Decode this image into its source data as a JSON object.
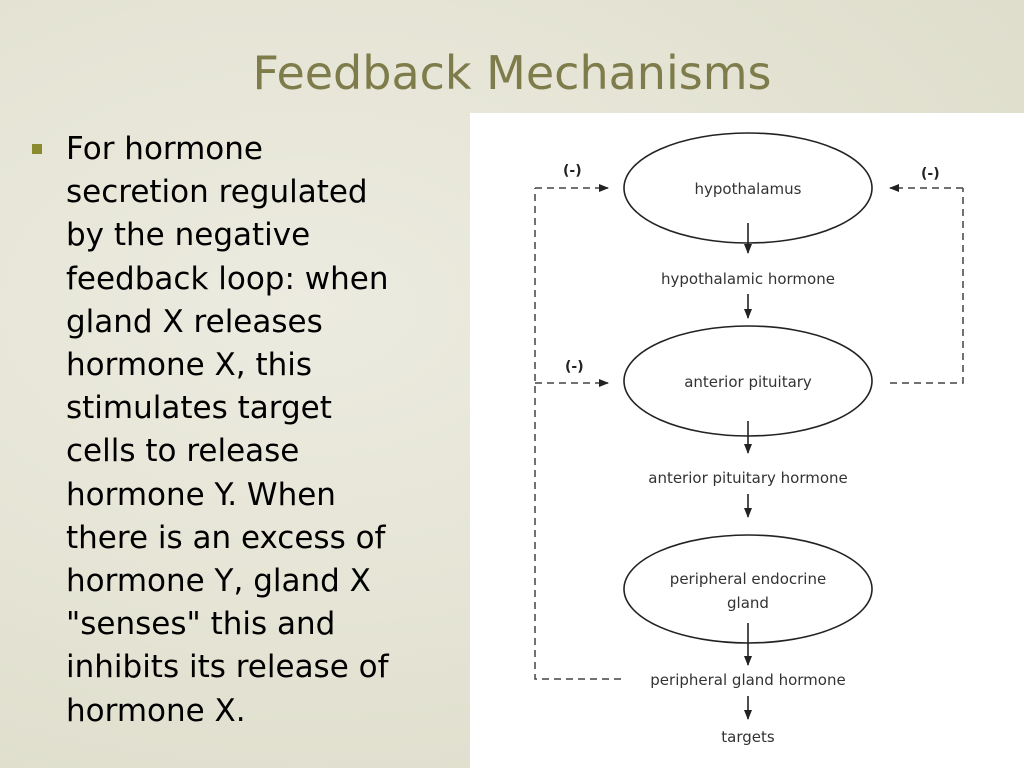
{
  "title": "Feedback Mechanisms",
  "bullet": {
    "lines": [
      "For hormone",
      "secretion regulated",
      "by the negative",
      "feedback loop: when",
      "gland X releases",
      "hormone X, this",
      "stimulates target",
      "cells to release",
      "hormone Y. When",
      "there is an excess of",
      "hormone Y, gland X",
      "\"senses\" this and",
      "inhibits its release of",
      "hormone X."
    ]
  },
  "diagram": {
    "nodes": {
      "hypothalamus": "hypothalamus",
      "anterior_pituitary": "anterior pituitary",
      "peripheral_line1": "peripheral endocrine",
      "peripheral_line2": "gland"
    },
    "hormones": {
      "hypothalamic": "hypothalamic hormone",
      "anterior_pituitary": "anterior pituitary hormone",
      "peripheral": "peripheral gland hormone",
      "targets": "targets"
    },
    "inhibition_label": "(-)"
  }
}
